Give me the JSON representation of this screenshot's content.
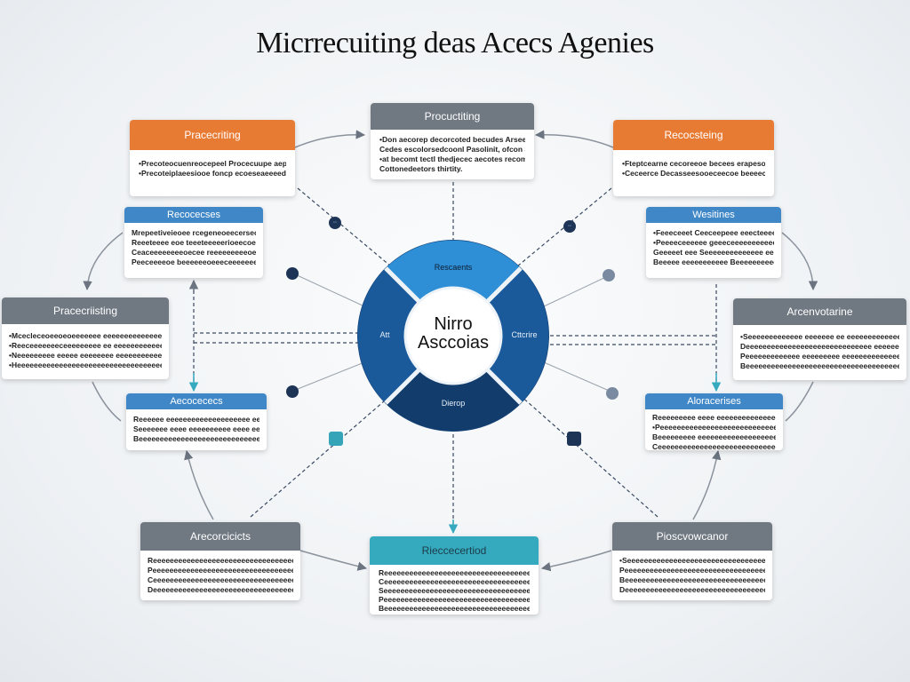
{
  "title": "Micrrecuiting deas Acecs Agenies",
  "hub": {
    "center_line1": "Nirro",
    "center_line2": "Asccoias",
    "segment_top": "Rescaents",
    "segment_left": "Att",
    "segment_right": "Cttcrire",
    "segment_bottom": "Dierop"
  },
  "cards": {
    "top_center": {
      "title": "Procuctiting",
      "lines": [
        "Don aecorep decorcoted becudes Arseess ate",
        "Cedes escolorsedcoonl Pasolinit, ofcon Sarciccaed",
        "at becomt tectl thedjecec aecotes recomr teoutes",
        "Cottonedeetors thirtity."
      ]
    },
    "top_left": {
      "title": "Pracecriting",
      "lines": [
        "Precoteocuenreocepeel Procecuupe aepercetione",
        "Precoteiplaeesiooe foncp ecoeseaeeeede pe aeore"
      ]
    },
    "top_right": {
      "title": "Recocsteing",
      "lines": [
        "Fteptcearne cecoreeoe becees erapesoeeticeeete",
        "Ceceerce Decasseesooeceecoe beeeecoee Pecoeccaee"
      ]
    },
    "blue_left_upper": {
      "title": "Recocecses",
      "lines": [
        "Mrepeetiveieoee rcegeneoeecersecoeerteote",
        "Reeeteeee eoe teeeteeeeerioeecoeceeteee",
        "Ceaceeeeeeeeoecee reeeeeeeeeoeetee oeo eoe",
        "Peeceeeeoe beeeeeeoeeeceeeeeeeoeeeoe"
      ]
    },
    "blue_right_upper": {
      "title": "Wesitines",
      "lines": [
        "Feeeceeet Ceeceepeee eeecteeeeeeeete",
        "Peeeeceeeeee geeeceeeeeeeeeeeeeeeeee",
        "Geeeeet eee Seeeeeeeeeeeeee eeee eeee",
        "Beeeee eeeeeeeeeee Beeeeeeeeeeee"
      ]
    },
    "gray_left_mid": {
      "title": "Pracecriisting",
      "lines": [
        "Mcecleceoeeoeoeeeeeee eeeeeeeeeeeeeeeee",
        "Reeceeeeeeeceeeeeeeee ee eeeeeeeeeeeeeeee",
        "Neeeeeeeee eeeee eeeeeeee eeeeeeeeeeeeee",
        "Heeeeeeeeeeeeeeeeeeeeeeeeeeeeeeeeeeeeeee"
      ]
    },
    "gray_right_mid": {
      "title": "Arcenvotarine",
      "lines": [
        "Seeeeeeeeeeeee eeeeeee ee eeeeeeeeeeeeeee",
        "Deeeeeeeeeeeeeeeeeeeeeeeeeeeeee eeeeeeee",
        "Peeeeeeeeeeeee eeeeeeeee eeeeeeeeeeeeeee",
        "Beeeeeeeeeeeeeeeeeeeeeeeeeeeeeeeeeeeeeee"
      ]
    },
    "blue_left_lower": {
      "title": "Aecocececs",
      "lines": [
        "Reeeeee eeeeeeeeeeeeeeeeeeee eeeeeeeeee",
        "Seeeeeee eeee eeeeeeeeee eeee eeeeeeee",
        "Beeeeeeeeeeeeeeeeeeeeeeeeeeeeeeeeeeeeee"
      ]
    },
    "blue_right_lower": {
      "title": "Aloracerises",
      "lines": [
        "Reeeeeeeee eeee eeeeeeeeeeeeeeeeeeeee",
        "Peeeeeeeeeeeeeeeeeeeeeeeeeeeeeeeeeeee",
        "Beeeeeeeee eeeeeeeeeeeeeeeeeeeeeeeeeee",
        "Ceeeeeeeeeeeeeeeeeeeeeeeeeeeeeeeeeeeee"
      ]
    },
    "gray_bottom_left": {
      "title": "Arecorcicicts",
      "lines": [
        "Reeeeeeeeeeeeeeeeeeeeeeeeeeeeeeeeeeeeee",
        "Peeeeeeeeeeeeeeeeeeeeeeeeeeeeeeeeeeeeee",
        "Ceeeeeeeeeeeeeeeeeeeeeeeeeeeeeeeeeeeeee",
        "Deeeeeeeeeeeeeeeeeeeeeeeeeeeeeeeeeeeeee"
      ]
    },
    "teal_bottom_center": {
      "title": "Rieccecertiod",
      "lines": [
        "Reeeeeeeeeeeeeeeeeeeeeeeeeeeeeeeeeeeee",
        "Ceeeeeeeeeeeeeeeeeeeeeeeeeeeeeeeeeeeee",
        "Seeeeeeeeeeeeeeeeeeeeeeeeeeeeeeeeeeeee",
        "Peeeeeeeeeeeeeeeeeeeeeeeeeeeeeeeeeeeee",
        "Beeeeeeeeeeeeeeeeeeeeeeeeeeeeeeeeeeeee"
      ]
    },
    "gray_bottom_right": {
      "title": "Pioscvowcanor",
      "lines": [
        "Seeeeeeeeeeeeeeeeeeeeeeeeeeeeeeeeeeeee",
        "Peeeeeeeeeeeeeeeeeeeeeeeeeeeeeeeeeeeee",
        "Beeeeeeeeeeeeeeeeeeeeeeeeeeeeeeeeeeeee",
        "Deeeeeeeeeeeeeeeeeeeeeeeeeeeeeeeeeeeee"
      ]
    }
  },
  "colors": {
    "orange": "#e87b33",
    "gray": "#707882",
    "blue": "#3f87c6",
    "teal": "#35a9bd",
    "hub_light": "#2f8fd6",
    "hub_dark": "#16467c",
    "node_dark": "#1d3457"
  }
}
